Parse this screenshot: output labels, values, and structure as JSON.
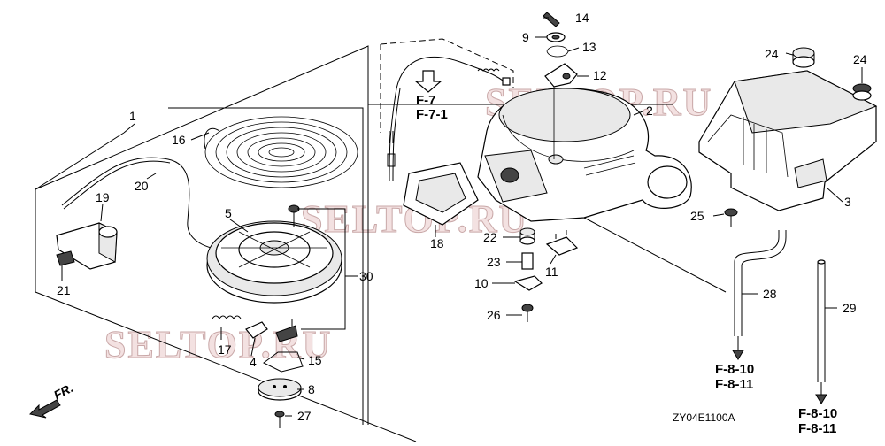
{
  "watermarks": [
    "SELTOP.RU",
    "SELTOP.RU",
    "SELTOP.RU"
  ],
  "drawing_code": "ZY04E1100A",
  "direction_label": "FR.",
  "part_numbers": {
    "p1": "1",
    "p2": "2",
    "p3": "3",
    "p4": "4",
    "p5": "5",
    "p8": "8",
    "p9": "9",
    "p10": "10",
    "p11": "11",
    "p12": "12",
    "p13": "13",
    "p14": "14",
    "p15": "15",
    "p16": "16",
    "p17": "17",
    "p18": "18",
    "p19": "19",
    "p20": "20",
    "p21": "21",
    "p22": "22",
    "p23": "23",
    "p24a": "24",
    "p24b": "24",
    "p25": "25",
    "p26": "26",
    "p27": "27",
    "p28": "28",
    "p29": "29",
    "p30": "30"
  },
  "references": {
    "top_a": "F-7",
    "top_b": "F-7-1",
    "mid_a": "F-8-10",
    "mid_b": "F-8-11",
    "right_a": "F-8-10",
    "right_b": "F-8-11"
  }
}
